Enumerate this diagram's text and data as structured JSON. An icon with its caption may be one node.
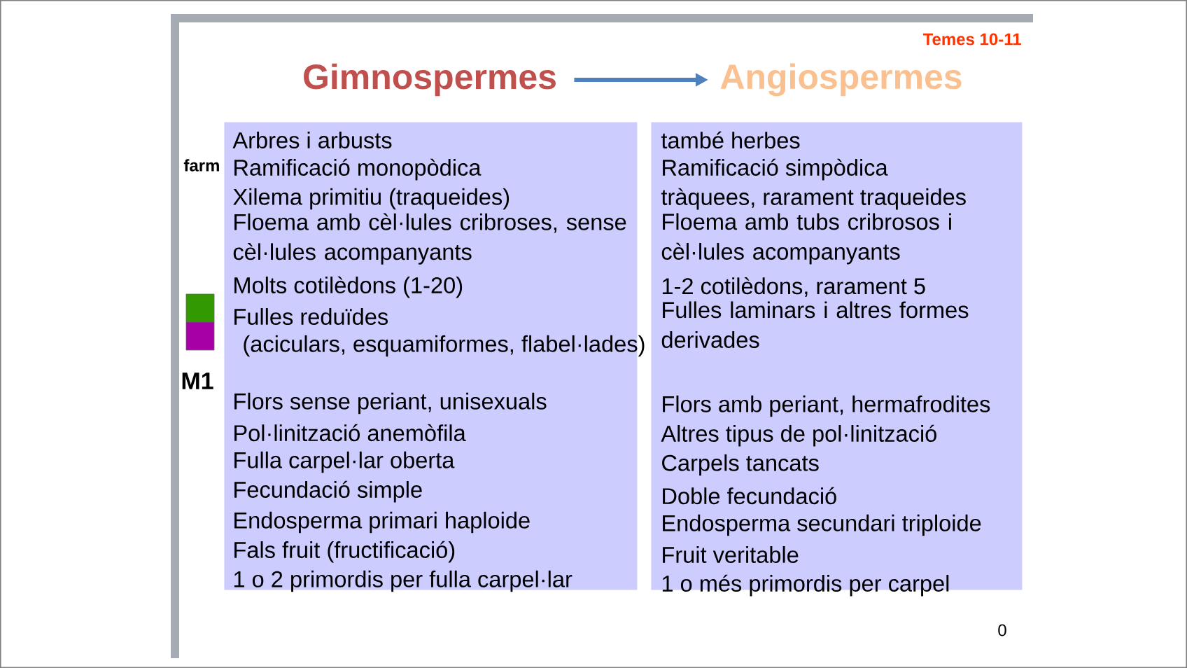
{
  "diagram": {
    "nodes": [
      {
        "text": [
          "Gimnospermes"
        ]
      },
      {
        "text": [
          "Angiospermes"
        ]
      },
      {
        "text": [
          "Arbres i arbusts",
          "Ramificació monopòdica",
          "Xilema primitiu (traqueides)",
          "Floema amb cèl·lules cribroses, sense cèl·lules acompanyants",
          "Molts cotilèdons (1-20)",
          "Fulles reduïdes",
          "(aciculars, esquamiformes, flabel·lades)",
          "Flors sense periant, unisexuals",
          "Pol·linització anemòfila",
          "Fulla carpel·lar oberta",
          "Fecundació simple",
          "Endosperma primari haploide",
          "Fals fruit (fructificació)",
          "1 o 2 primordis per fulla carpel·lar"
        ]
      },
      {
        "text": [
          "també herbes",
          "Ramificació simpòdica",
          "tràquees, rarament traqueides",
          "Floema amb tubs cribrosos i cèl·lules acompanyants",
          "1-2 cotilèdons, rarament 5",
          "Fulles laminars i altres formes derivades",
          "Flors amb periant, hermafrodites",
          "Altres tipus de pol·linització",
          "Carpels tancats",
          "Doble fecundació",
          "Endosperma secundari triploide",
          "Fruit veritable",
          "1 o més primordis per carpel"
        ]
      }
    ],
    "edges": [
      {
        "from": 0,
        "to": 1,
        "arrow": "to"
      }
    ],
    "labels": [
      "Temes 10-11",
      "farm",
      "M1",
      "0"
    ]
  }
}
